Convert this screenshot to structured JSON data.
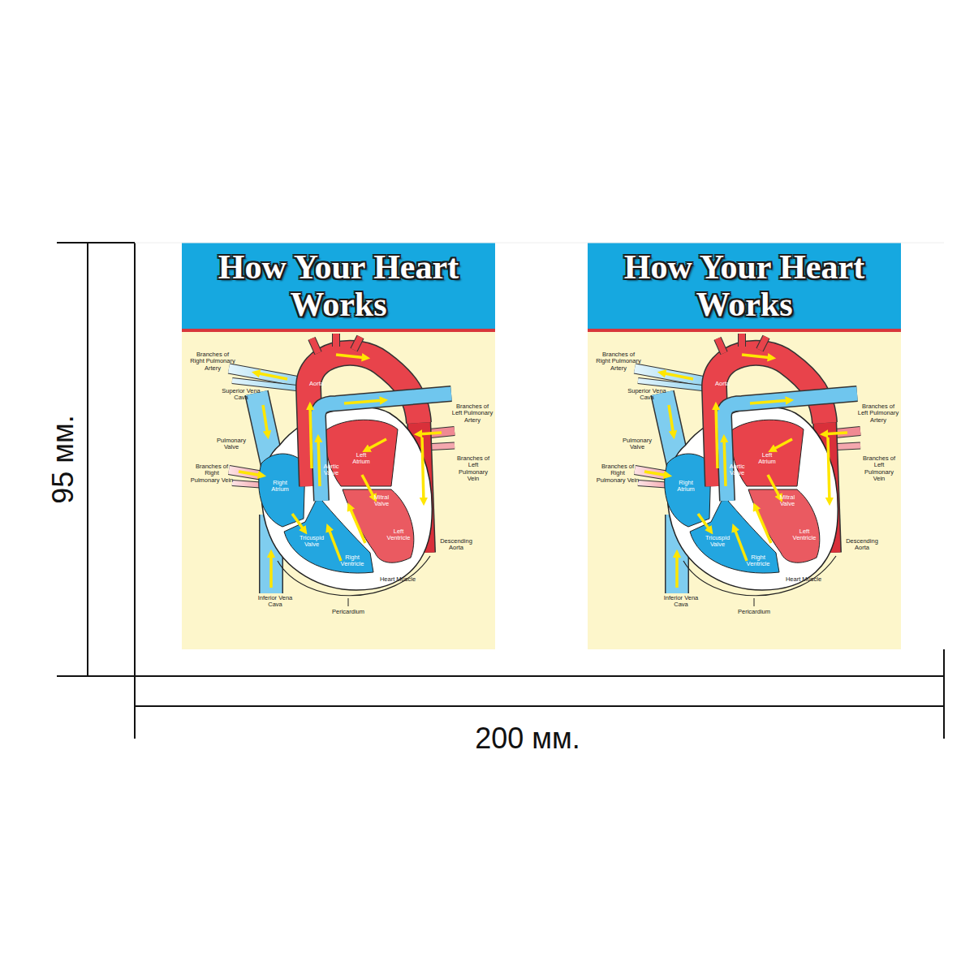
{
  "diagram": {
    "nodes": [
      {
        "text": [
          "How Your Heart Works"
        ]
      },
      {
        "text": [
          "How Your Heart Works"
        ]
      }
    ],
    "labels": [
      "Branches of Right Pulmonary Artery",
      "Superior Vena Cava",
      "Pulmonary Valve",
      "Branches of Right Pulmonary Vein",
      "Inferior Vena Cava",
      "Pericardium",
      "Heart Muscle",
      "Descending Aorta",
      "Branches of Left Pulmonary Vein",
      "Branches of Left Pulmonary Artery",
      "Aorta",
      "Left Atrium",
      "Aortic Valve",
      "Mitral Valve",
      "Left Ventricle",
      "Right Atrium",
      "Tricuspid Valve",
      "Right Ventricle",
      "Branches of Right Pulmonary Artery",
      "Superior Vena Cava",
      "Pulmonary Valve",
      "Branches of Right Pulmonary Vein",
      "Inferior Vena Cava",
      "Pericardium",
      "Heart Muscle",
      "Descending Aorta",
      "Branches of Left Pulmonary Vein",
      "Branches of Left Pulmonary Artery",
      "Aorta",
      "Left Atrium",
      "Aortic Valve",
      "Mitral Valve",
      "Left Ventricle",
      "Right Atrium",
      "Tricuspid Valve",
      "Right Ventricle",
      "95 мм.",
      "200 мм."
    ]
  }
}
